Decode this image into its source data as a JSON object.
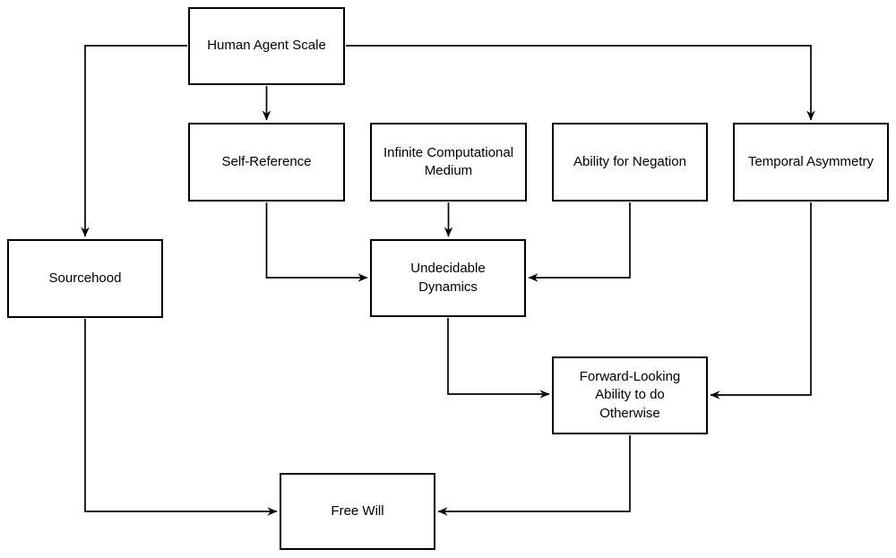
{
  "diagram": {
    "title": "Free Will flowchart",
    "background_color": "#ffffff",
    "node_fill_color": "#ffffff",
    "node_border_color": "#000000",
    "line_color": "#000000",
    "text_color": "#000000"
  },
  "nodes": {
    "human_agent_scale": {
      "label": "Human Agent Scale"
    },
    "self_reference": {
      "label": "Self-Reference"
    },
    "infinite_computational_medium": {
      "label": "Infinite Computational\nMedium"
    },
    "ability_for_negation": {
      "label": "Ability for Negation"
    },
    "temporal_asymmetry": {
      "label": "Temporal Asymmetry"
    },
    "sourcehood": {
      "label": "Sourcehood"
    },
    "undecidable_dynamics": {
      "label": "Undecidable\nDynamics"
    },
    "forward_looking_ability": {
      "label": "Forward-Looking\nAbility to do\nOtherwise"
    },
    "free_will": {
      "label": "Free Will"
    }
  },
  "edges": [
    {
      "from": "human_agent_scale",
      "to": "self_reference"
    },
    {
      "from": "human_agent_scale",
      "to": "sourcehood"
    },
    {
      "from": "human_agent_scale",
      "to": "temporal_asymmetry"
    },
    {
      "from": "self_reference",
      "to": "undecidable_dynamics"
    },
    {
      "from": "infinite_computational_medium",
      "to": "undecidable_dynamics"
    },
    {
      "from": "ability_for_negation",
      "to": "undecidable_dynamics"
    },
    {
      "from": "undecidable_dynamics",
      "to": "forward_looking_ability"
    },
    {
      "from": "temporal_asymmetry",
      "to": "forward_looking_ability"
    },
    {
      "from": "forward_looking_ability",
      "to": "free_will"
    },
    {
      "from": "sourcehood",
      "to": "free_will"
    }
  ]
}
